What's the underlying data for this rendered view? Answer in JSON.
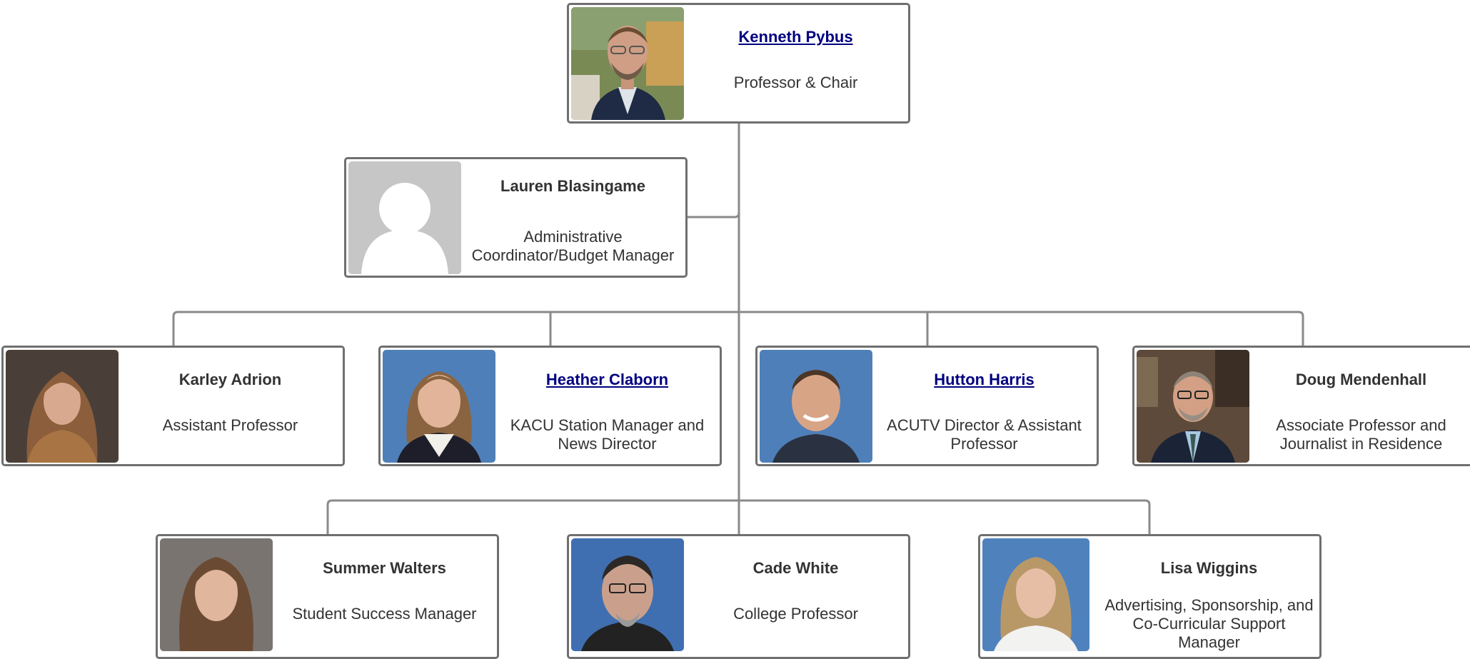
{
  "people": {
    "pybus": {
      "name": "Kenneth Pybus",
      "title": "Professor & Chair",
      "linked": true
    },
    "blasingame": {
      "name": "Lauren Blasingame",
      "title": "Administrative Coordinator/Budget Manager",
      "linked": false
    },
    "adrion": {
      "name": "Karley Adrion",
      "title": "Assistant Professor",
      "linked": false
    },
    "claborn": {
      "name": "Heather Claborn",
      "title": "KACU Station Manager and News Director",
      "linked": true
    },
    "harris": {
      "name": "Hutton Harris",
      "title": "ACUTV Director & Assistant Professor",
      "linked": true
    },
    "mendenhall": {
      "name": "Doug Mendenhall",
      "title": "Associate Professor and Journalist in Residence",
      "linked": false
    },
    "walters": {
      "name": "Summer Walters",
      "title": "Student Success Manager",
      "linked": false
    },
    "white": {
      "name": "Cade White",
      "title": "College Professor",
      "linked": false
    },
    "wiggins": {
      "name": "Lisa Wiggins",
      "title": "Advertising, Sponsorship, and Co-Curricular Support Manager",
      "linked": false
    }
  },
  "colors": {
    "border": "#6f6f6f",
    "connector": "#8a8a8a",
    "link": "#000080",
    "text": "#333333",
    "placeholder_bg": "#c6c6c6"
  }
}
